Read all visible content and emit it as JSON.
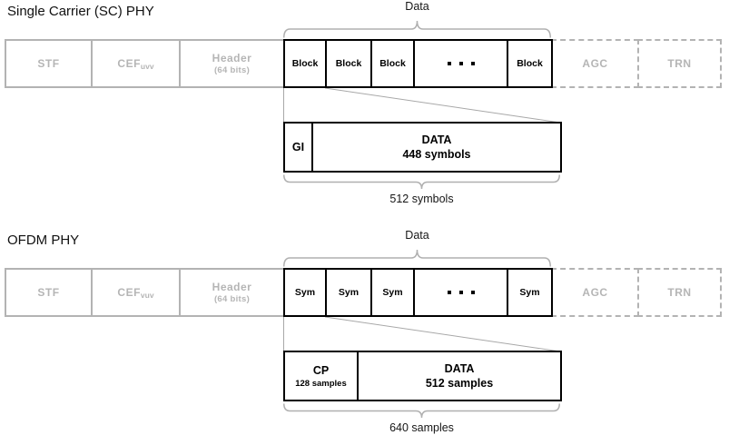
{
  "sections": [
    {
      "title": "Single Carrier (SC) PHY",
      "data_brace_label": "Data",
      "preamble": {
        "stf": "STF",
        "cef": "CEF",
        "cef_subscript": "uvv",
        "header": "Header",
        "header_note": "(64 bits)"
      },
      "units": [
        "Block",
        "Block",
        "Block",
        "Block"
      ],
      "trailer": {
        "agc": "AGC",
        "trn": "TRN"
      },
      "expanded": {
        "prefix_label": "GI",
        "data_label": "DATA",
        "data_note": "448 symbols"
      },
      "total_label": "512 symbols"
    },
    {
      "title": "OFDM PHY",
      "data_brace_label": "Data",
      "preamble": {
        "stf": "STF",
        "cef": "CEF",
        "cef_subscript": "vuv",
        "header": "Header",
        "header_note": "(64 bits)"
      },
      "units": [
        "Sym",
        "Sym",
        "Sym",
        "Sym"
      ],
      "trailer": {
        "agc": "AGC",
        "trn": "TRN"
      },
      "expanded": {
        "prefix_label": "CP",
        "prefix_note": "128 samples",
        "data_label": "DATA",
        "data_note": "512 samples"
      },
      "total_label": "640 samples"
    }
  ],
  "colors": {
    "muted_gray": "#b3b3b3",
    "connector_gray": "#a8a8a8",
    "ink": "#000000",
    "background": "#ffffff"
  }
}
